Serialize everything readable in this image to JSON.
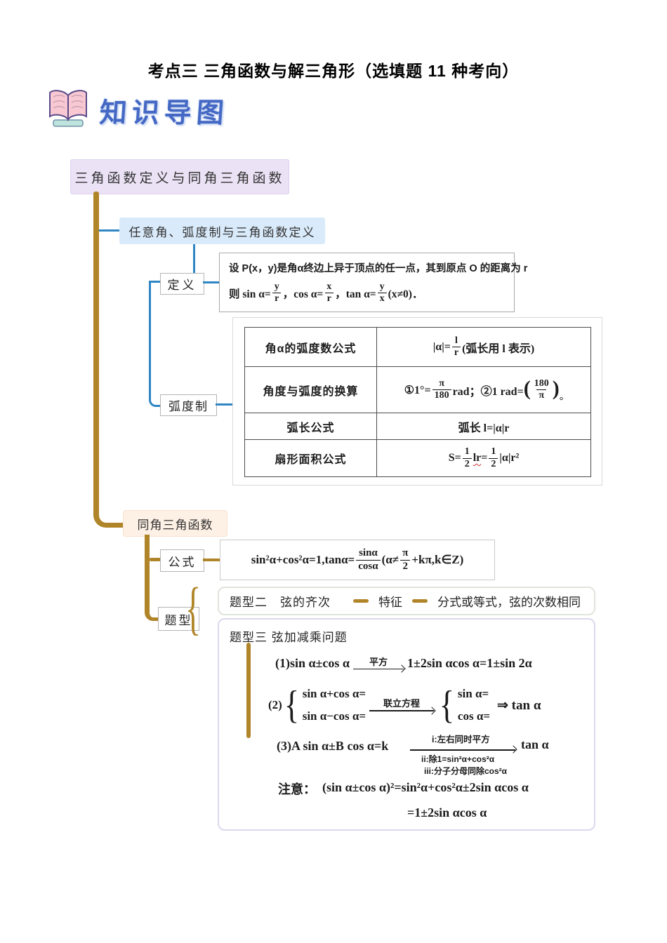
{
  "page": {
    "title": "考点三 三角函数与解三角形（选填题 11 种考向）"
  },
  "logo": {
    "label": "知识导图",
    "icon": "book-icon"
  },
  "colors": {
    "gold_branch": "#b08428",
    "blue_branch": "#2f86c3",
    "root_bg": "#ece2f6",
    "branch1_bg": "#d9eafa",
    "branch2_bg": "#fdf0e4"
  },
  "root": {
    "label": "三角函数定义与同角三角函数"
  },
  "b1": {
    "label": "任意角、弧度制与三角函数定义",
    "def": {
      "label": "定义",
      "line1": "设 P(x，y)是角α终边上异于顶点的任一点，其到原点 O 的距离为 r",
      "l2": {
        "t1": "则 sin α=",
        "f1n": "y",
        "f1d": "r",
        "t2": "，cos α=",
        "f2n": "x",
        "f2d": "r",
        "t3": "，tan α=",
        "f3n": "y",
        "f3d": "x",
        "t4": "(x≠0)．"
      }
    },
    "rad": {
      "label": "弧度制",
      "table": {
        "r1": {
          "label": "角α的弧度数公式",
          "t1": "|α|=",
          "fn": "l",
          "fd": "r",
          "t2": "(弧长用 l 表示)"
        },
        "r2": {
          "label": "角度与弧度的换算",
          "t1": "①1°=",
          "f1n": "π",
          "f1d": "180",
          "t2": " rad；②1 rad=",
          "lp": "(",
          "f2n": "180",
          "f2d": "π",
          "rp": ")",
          "deg": "°"
        },
        "r3": {
          "label": "弧长公式",
          "value": "弧长 l=|α|r"
        },
        "r4": {
          "label": "扇形面积公式",
          "t1": "S=",
          "f1n": "1",
          "f1d": "2",
          "t2": "lr",
          "t3": "=",
          "f2n": "1",
          "f2d": "2",
          "t4": "|α|r²"
        }
      }
    }
  },
  "b2": {
    "label": "同角三角函数",
    "gs": {
      "label": "公式",
      "t1": "sin²α+cos²α=1,tanα=",
      "fn": "sinα",
      "fd": "cosα",
      "t2": "(α≠",
      "f2n": "π",
      "f2d": "2",
      "t3": "+kπ,k∈Z)"
    },
    "tx": {
      "label": "题型",
      "brace": "{",
      "t2": {
        "title": "题型二　弦的齐次",
        "mid": "特征",
        "desc": "分式或等式，弦的次数相同"
      },
      "t3": {
        "title": "题型三 弦加减乘问题",
        "f1": {
          "lhs": "(1)sin α±cos α",
          "arrow": "平方",
          "rhs": "1±2sin αcos α=1±sin 2α"
        },
        "f2": {
          "num": "(2)",
          "brace": "{",
          "c1a": "sin α+cos α=",
          "c1b": "sin α−cos α=",
          "arrow": "联立方程",
          "c2a": "sin α=",
          "c2b": "cos α=",
          "imp": "⇒ tan α"
        },
        "f3": {
          "lhs": "(3)A sin α±B cos α=k",
          "i": "i:左右同时平方",
          "ii": "ii:除1=sin²α+cos²α",
          "iii": "iii:分子分母同除cos²α",
          "rhs": "tan α"
        },
        "note": {
          "label": "注意：",
          "line1": "(sin α±cos α)²=sin²α+cos²α±2sin αcos α",
          "line2": "=1±2sin αcos α"
        }
      }
    }
  }
}
